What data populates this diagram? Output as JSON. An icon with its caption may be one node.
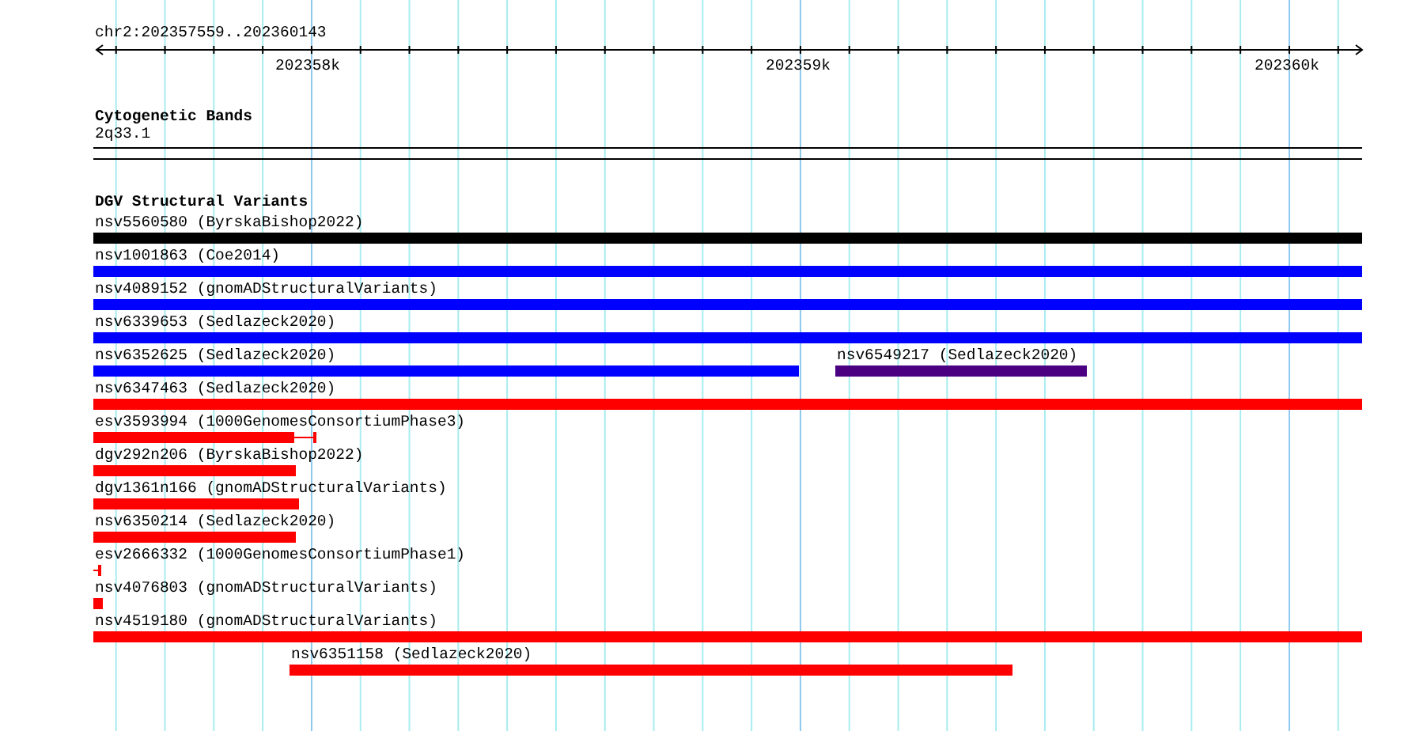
{
  "diagram": {
    "nodes": [
      {
        "text": [
          "nsv5560580 (ByrskaBishop2022)"
        ]
      },
      {
        "text": [
          "nsv1001863 (Coe2014)"
        ]
      },
      {
        "text": [
          "nsv4089152 (gnomADStructuralVariants)"
        ]
      },
      {
        "text": [
          "nsv6339653 (Sedlazeck2020)"
        ]
      },
      {
        "text": [
          "nsv6352625 (Sedlazeck2020)"
        ]
      },
      {
        "text": [
          "nsv6549217 (Sedlazeck2020)"
        ]
      },
      {
        "text": [
          "nsv6347463 (Sedlazeck2020)"
        ]
      },
      {
        "text": [
          "esv3593994 (1000GenomesConsortiumPhase3)"
        ]
      },
      {
        "text": [
          "dgv292n206 (ByrskaBishop2022)"
        ]
      },
      {
        "text": [
          "dgv1361n166 (gnomADStructuralVariants)"
        ]
      },
      {
        "text": [
          "nsv6350214 (Sedlazeck2020)"
        ]
      },
      {
        "text": [
          "esv2666332 (1000GenomesConsortiumPhase1)"
        ]
      },
      {
        "text": [
          "nsv4076803 (gnomADStructuralVariants)"
        ]
      },
      {
        "text": [
          "nsv4519180 (gnomADStructuralVariants)"
        ]
      },
      {
        "text": [
          "nsv6351158 (Sedlazeck2020)"
        ]
      }
    ],
    "labels": [
      "chr2:202357559..202360143",
      "202358k",
      "202359k",
      "202360k",
      "Cytogenetic Bands",
      "2q33.1",
      "DGV Structural Variants"
    ]
  }
}
